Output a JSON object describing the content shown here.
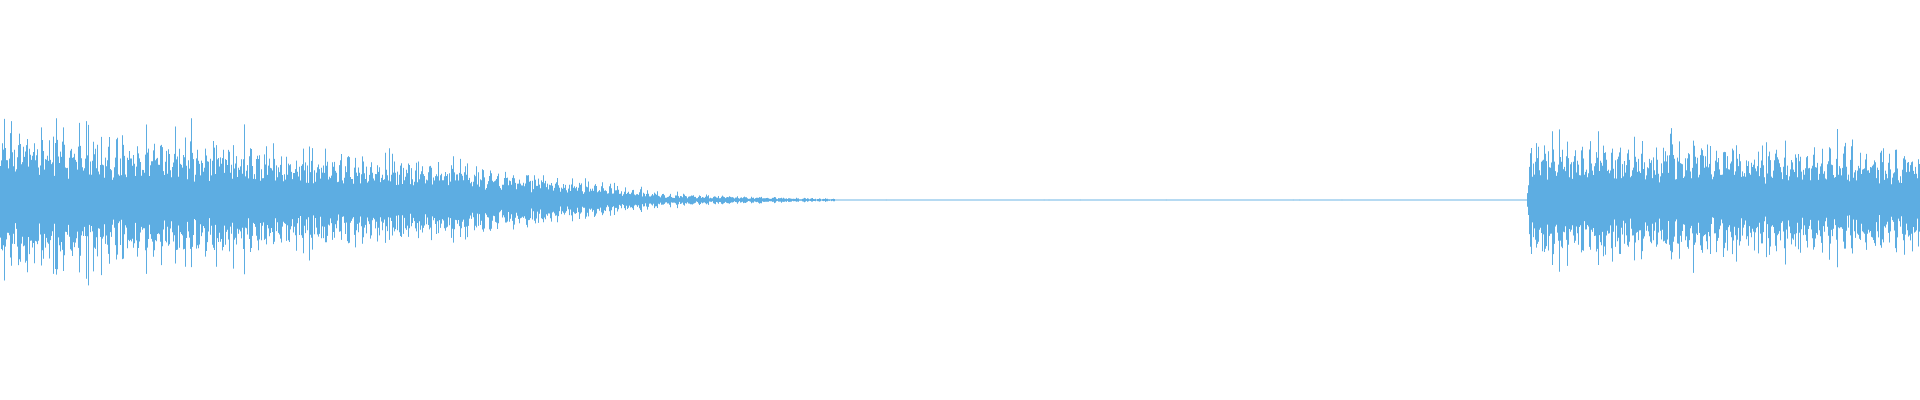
{
  "waveform": {
    "color": "#5dade2",
    "background": "#ffffff",
    "segments": [
      {
        "name": "clip-start",
        "start": 0.0,
        "end": 0.435,
        "peak": 0.84,
        "decay": "fade-out"
      },
      {
        "name": "silence",
        "start": 0.435,
        "end": 0.795,
        "peak": 0.0,
        "decay": "none"
      },
      {
        "name": "clip-end",
        "start": 0.795,
        "end": 1.0,
        "peak": 0.84,
        "decay": "sustain"
      }
    ]
  }
}
